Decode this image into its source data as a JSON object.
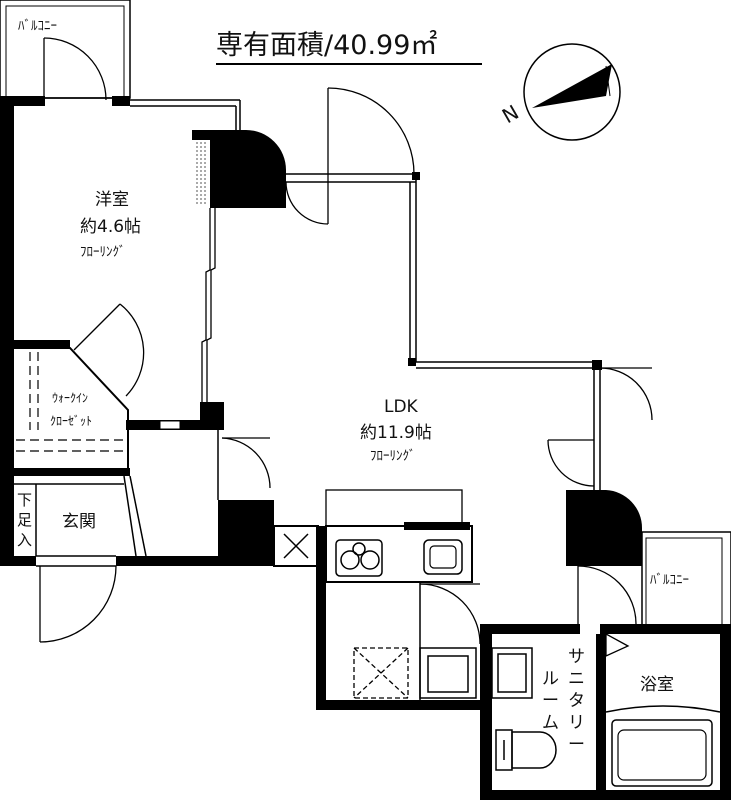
{
  "header": {
    "area_text": "専有面積/40.99㎡"
  },
  "compass": {
    "north_label": "N",
    "icon": "compass-icon"
  },
  "rooms": {
    "western_room": {
      "name": "洋室",
      "size": "約4.6帖",
      "floor": "ﾌﾛｰﾘﾝｸﾞ"
    },
    "walk_in_closet": {
      "line1": "ｳｫｰｸｲﾝ",
      "line2": "ｸﾛｰｾﾞｯﾄ"
    },
    "ldk": {
      "name": "LDK",
      "size": "約11.9帖",
      "floor": "ﾌﾛｰﾘﾝｸﾞ"
    },
    "entrance": {
      "name": "玄関"
    },
    "shoe_box": {
      "chars": [
        "下",
        "足",
        "入"
      ]
    },
    "sanitary": {
      "col1": [
        "サ",
        "ニ",
        "タ",
        "リ",
        "ー"
      ],
      "col2": [
        "ル",
        "ー",
        "ム"
      ]
    },
    "bathroom": {
      "name": "浴室"
    }
  },
  "balconies": {
    "top_left": "ﾊﾞﾙｺﾆｰ",
    "right": "ﾊﾞﾙｺﾆｰ"
  },
  "colors": {
    "wall": "#000000",
    "line": "#222222",
    "background": "#ffffff"
  }
}
